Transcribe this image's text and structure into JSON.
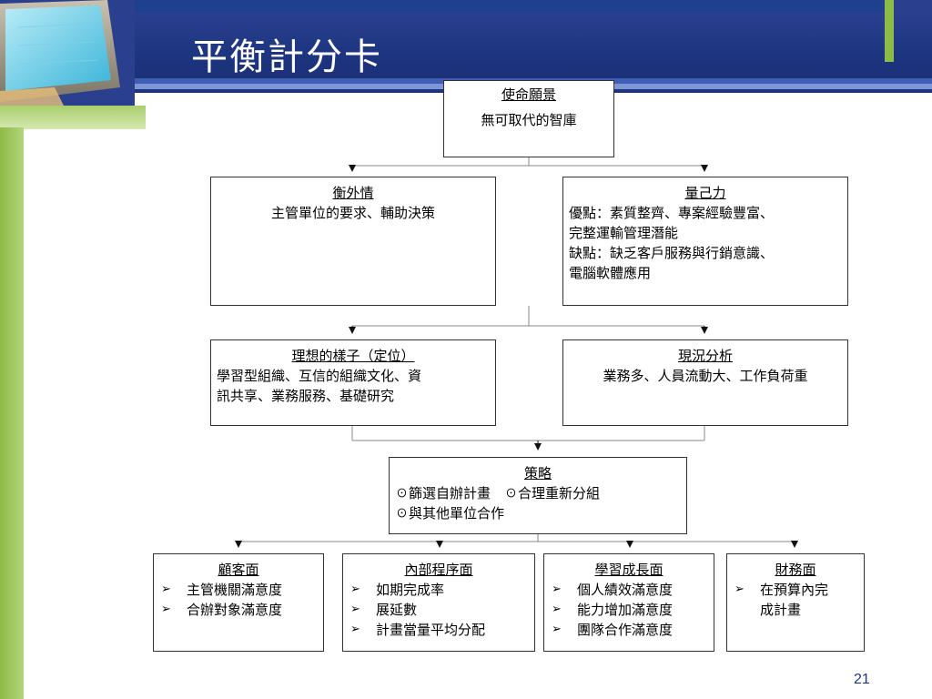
{
  "slide": {
    "title": "平衡計分卡",
    "page_number": "21"
  },
  "mission": {
    "heading": "使命願景",
    "text": "無可取代的智庫"
  },
  "external": {
    "heading": "衡外情",
    "text": "主管單位的要求、輔助決策"
  },
  "self": {
    "heading": "量己力",
    "lines": [
      "優點：素質整齊、專案經驗豐富、",
      "完整運輸管理潛能",
      "缺點：缺乏客戶服務與行銷意識、",
      "電腦軟體應用"
    ]
  },
  "ideal": {
    "heading": "理想的樣子（定位）",
    "lines": [
      "學習型組織、互信的組織文化、資",
      "訊共享、業務服務、基礎研究"
    ]
  },
  "current": {
    "heading": "現況分析",
    "text": "業務多、人員流動大、工作負荷重"
  },
  "strategy": {
    "heading": "策略",
    "lines": [
      "☉篩選自辦計畫　☉合理重新分組",
      "☉與其他單位合作"
    ]
  },
  "perspectives": [
    {
      "heading": "顧客面",
      "items": [
        "主管機關滿意度",
        "合辦對象滿意度"
      ]
    },
    {
      "heading": "內部程序面",
      "items": [
        "如期完成率",
        "展延數",
        "計畫當量平均分配"
      ]
    },
    {
      "heading": "學習成長面",
      "items": [
        "個人績效滿意度",
        "能力增加滿意度",
        "團隊合作滿意度"
      ]
    },
    {
      "heading": "財務面",
      "items": [
        "在預算內完",
        "成計畫"
      ]
    }
  ],
  "bullet_icon": "arrow-bullet-icon",
  "colors": {
    "title_band": "#1d3580",
    "accent_green": "#8dbb47",
    "box_border": "#333333"
  }
}
